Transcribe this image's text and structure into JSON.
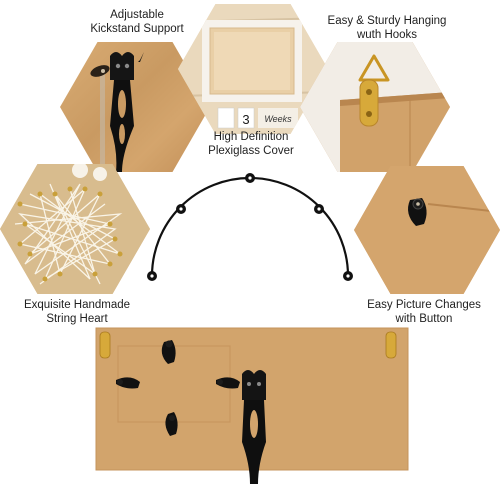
{
  "features": {
    "kickstand": {
      "line1": "Adjustable",
      "line2": "Kickstand Support"
    },
    "plexiglass": {
      "line1": "High Definition",
      "line2": "Plexiglass Cover"
    },
    "hooks": {
      "line1": "Easy & Sturdy Hanging",
      "line2": "wuth Hooks"
    },
    "string_heart": {
      "line1": "Exquisite Handmade",
      "line2": "String Heart"
    },
    "button": {
      "line1": "Easy Picture Changes",
      "line2": "with Button"
    }
  },
  "plexiglass_image": {
    "week_number": "3",
    "week_label": "Weeks"
  },
  "colors": {
    "kraft": "#d4a56d",
    "kraft_dark": "#b9864f",
    "stand": "#111111",
    "brass": "#d7a93a",
    "white_frame": "#f3efe8",
    "arc": "#111111"
  }
}
